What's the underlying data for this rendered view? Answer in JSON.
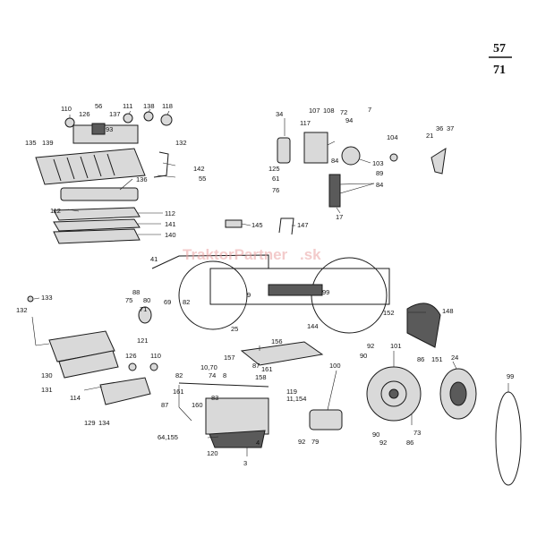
{
  "page": {
    "numerator": "57",
    "denominator": "71"
  },
  "watermark": {
    "brand": "TraktorPartner",
    "domain": ".sk"
  },
  "labels": [
    {
      "id": "l110",
      "text": "110"
    },
    {
      "id": "l126a",
      "text": "126"
    },
    {
      "id": "l56",
      "text": "56"
    },
    {
      "id": "l137",
      "text": "137"
    },
    {
      "id": "l93",
      "text": "93"
    },
    {
      "id": "l111",
      "text": "111"
    },
    {
      "id": "l138",
      "text": "138"
    },
    {
      "id": "l118",
      "text": "118"
    },
    {
      "id": "l135",
      "text": "135"
    },
    {
      "id": "l139",
      "text": "139"
    },
    {
      "id": "l132a",
      "text": "132"
    },
    {
      "id": "l142",
      "text": "142"
    },
    {
      "id": "l55",
      "text": "55"
    },
    {
      "id": "l136",
      "text": "136"
    },
    {
      "id": "l112a",
      "text": "112"
    },
    {
      "id": "l112b",
      "text": "112"
    },
    {
      "id": "l141",
      "text": "141"
    },
    {
      "id": "l140",
      "text": "140"
    },
    {
      "id": "l145",
      "text": "145"
    },
    {
      "id": "l147",
      "text": "147"
    },
    {
      "id": "l34",
      "text": "34"
    },
    {
      "id": "l107",
      "text": "107"
    },
    {
      "id": "l108",
      "text": "108"
    },
    {
      "id": "l72",
      "text": "72"
    },
    {
      "id": "l94",
      "text": "94"
    },
    {
      "id": "l7",
      "text": "7"
    },
    {
      "id": "l117",
      "text": "117"
    },
    {
      "id": "l104",
      "text": "104"
    },
    {
      "id": "l21",
      "text": "21"
    },
    {
      "id": "l36",
      "text": "36"
    },
    {
      "id": "l37",
      "text": "37"
    },
    {
      "id": "l125",
      "text": "125"
    },
    {
      "id": "l84a",
      "text": "84"
    },
    {
      "id": "l103",
      "text": "103"
    },
    {
      "id": "l89",
      "text": "89"
    },
    {
      "id": "l61",
      "text": "61"
    },
    {
      "id": "l76",
      "text": "76"
    },
    {
      "id": "l84b",
      "text": "84"
    },
    {
      "id": "l17",
      "text": "17"
    },
    {
      "id": "l41",
      "text": "41"
    },
    {
      "id": "l88",
      "text": "88"
    },
    {
      "id": "l75",
      "text": "75"
    },
    {
      "id": "l80",
      "text": "80"
    },
    {
      "id": "l71",
      "text": "71"
    },
    {
      "id": "l69",
      "text": "69"
    },
    {
      "id": "l82a",
      "text": "82"
    },
    {
      "id": "l9",
      "text": "9"
    },
    {
      "id": "l25",
      "text": "25"
    },
    {
      "id": "l99a",
      "text": "99"
    },
    {
      "id": "l144",
      "text": "144"
    },
    {
      "id": "l152",
      "text": "152"
    },
    {
      "id": "l148",
      "text": "148"
    },
    {
      "id": "l133",
      "text": "133"
    },
    {
      "id": "l132b",
      "text": "132"
    },
    {
      "id": "l121",
      "text": "121"
    },
    {
      "id": "l130",
      "text": "130"
    },
    {
      "id": "l126b",
      "text": "126"
    },
    {
      "id": "l110b",
      "text": "110"
    },
    {
      "id": "l131",
      "text": "131"
    },
    {
      "id": "l114",
      "text": "114"
    },
    {
      "id": "l129",
      "text": "129"
    },
    {
      "id": "l134",
      "text": "134"
    },
    {
      "id": "l156",
      "text": "156"
    },
    {
      "id": "l157",
      "text": "157"
    },
    {
      "id": "l87a",
      "text": "87"
    },
    {
      "id": "l161a",
      "text": "161"
    },
    {
      "id": "l158",
      "text": "158"
    },
    {
      "id": "l82b",
      "text": "82"
    },
    {
      "id": "l1070",
      "text": "10,70"
    },
    {
      "id": "l74",
      "text": "74"
    },
    {
      "id": "l8",
      "text": "8"
    },
    {
      "id": "l161b",
      "text": "161"
    },
    {
      "id": "l119",
      "text": "119"
    },
    {
      "id": "l11154",
      "text": "11,154"
    },
    {
      "id": "l87b",
      "text": "87"
    },
    {
      "id": "l160",
      "text": "160"
    },
    {
      "id": "l83",
      "text": "83"
    },
    {
      "id": "l64155",
      "text": "64,155"
    },
    {
      "id": "l120",
      "text": "120"
    },
    {
      "id": "l4",
      "text": "4"
    },
    {
      "id": "l3",
      "text": "3"
    },
    {
      "id": "l100",
      "text": "100"
    },
    {
      "id": "l92a",
      "text": "92"
    },
    {
      "id": "l79",
      "text": "79"
    },
    {
      "id": "l92b",
      "text": "92"
    },
    {
      "id": "l101",
      "text": "101"
    },
    {
      "id": "l90a",
      "text": "90"
    },
    {
      "id": "l86a",
      "text": "86"
    },
    {
      "id": "l151",
      "text": "151"
    },
    {
      "id": "l24",
      "text": "24"
    },
    {
      "id": "l99b",
      "text": "99"
    },
    {
      "id": "l90b",
      "text": "90"
    },
    {
      "id": "l92c",
      "text": "92"
    },
    {
      "id": "l86b",
      "text": "86"
    },
    {
      "id": "l73",
      "text": "73"
    }
  ]
}
